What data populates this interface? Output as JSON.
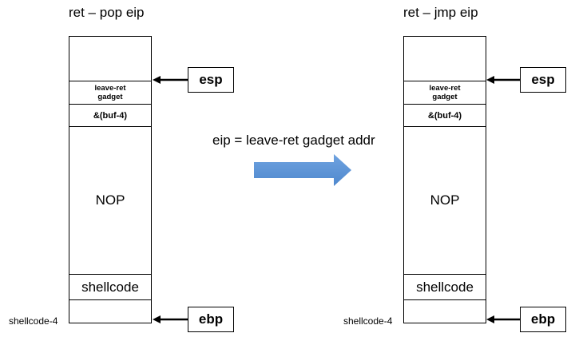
{
  "left": {
    "title": "ret – pop eip",
    "cells": {
      "gadget": "leave-ret\ngadget",
      "buf": "&(buf-4)",
      "nop": "NOP",
      "shellcode": "shellcode"
    },
    "bottom_label": "shellcode-4",
    "esp": "esp",
    "ebp": "ebp"
  },
  "right": {
    "title": "ret – jmp eip",
    "cells": {
      "gadget": "leave-ret\ngadget",
      "buf": "&(buf-4)",
      "nop": "NOP",
      "shellcode": "shellcode"
    },
    "bottom_label": "shellcode-4",
    "esp": "esp",
    "ebp": "ebp"
  },
  "middle": {
    "caption": "eip = leave-ret gadget addr"
  },
  "colors": {
    "arrow_fill": "#4F88CE"
  }
}
